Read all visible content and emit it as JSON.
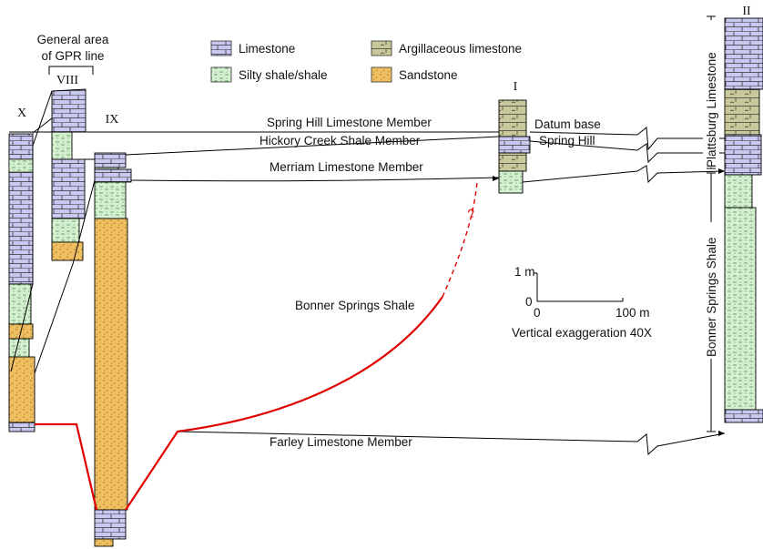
{
  "colors": {
    "limestone": "#c8c8f0",
    "shale": "#d4f0d0",
    "sandstone": "#f0c060",
    "argillaceous": "#c8c89a",
    "correlation": "#e00000",
    "line": "#000000"
  },
  "legend": {
    "limestone": "Limestone",
    "shale": "Silty shale/shale",
    "argillaceous": "Argillaceous limestone",
    "sandstone": "Sandstone"
  },
  "gpr_note_line1": "General area",
  "gpr_note_line2": "of GPR line",
  "sections": {
    "x": "X",
    "viii": "VIII",
    "ix": "IX",
    "i": "I",
    "ii": "II"
  },
  "units": {
    "spring_hill": "Spring Hill Limestone Member",
    "hickory_creek": "Hickory Creek Shale Member",
    "merriam": "Merriam Limestone Member",
    "bonner_springs": "Bonner Springs Shale",
    "farley": "Farley Limestone Member",
    "datum_base": "Datum base",
    "spring_hill_short": "Spring Hill",
    "plattsburg": "Plattsburg Limestone",
    "bonner_springs_vertical": "Bonner Springs Shale"
  },
  "question_mark": "?",
  "scale": {
    "v_top": "1 m",
    "v_zero": "0",
    "h_zero": "0",
    "h_end": "100 m",
    "exaggeration": "Vertical exaggeration 40X"
  }
}
